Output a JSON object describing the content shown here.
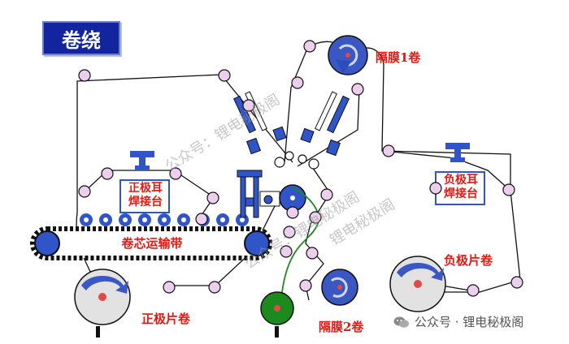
{
  "title": "卷绕",
  "labels": {
    "separator_roll_1": "隔膜1卷",
    "separator_roll_2": "隔膜2卷",
    "positive_tab_welder": "正极耳\n焊接台",
    "negative_tab_welder": "负极耳\n焊接台",
    "core_conveyor": "卷芯运输带",
    "positive_sheet_roll": "正极片卷",
    "negative_sheet_roll": "负极片卷"
  },
  "watermarks": {
    "diagonal_1": "公众号：锂电秘极阁",
    "diagonal_2": "锂电秘极阁",
    "diagonal_3": "公众号：锂电秘极阁",
    "footer": "公众号 · 锂电秘极阁"
  },
  "colors": {
    "title_bg": "#13259e",
    "label_text": "#e01a12",
    "roller_fill": "#eccfec",
    "reel_blue": "#3a57c4",
    "reel_grey": "#e2e2e2",
    "winding_green": "#1c8a1c",
    "belt_blue": "#2f55c8"
  },
  "icons": {
    "footer_icon": "wechat-icon",
    "reel_arrow": "rotation-arrow-icon"
  }
}
